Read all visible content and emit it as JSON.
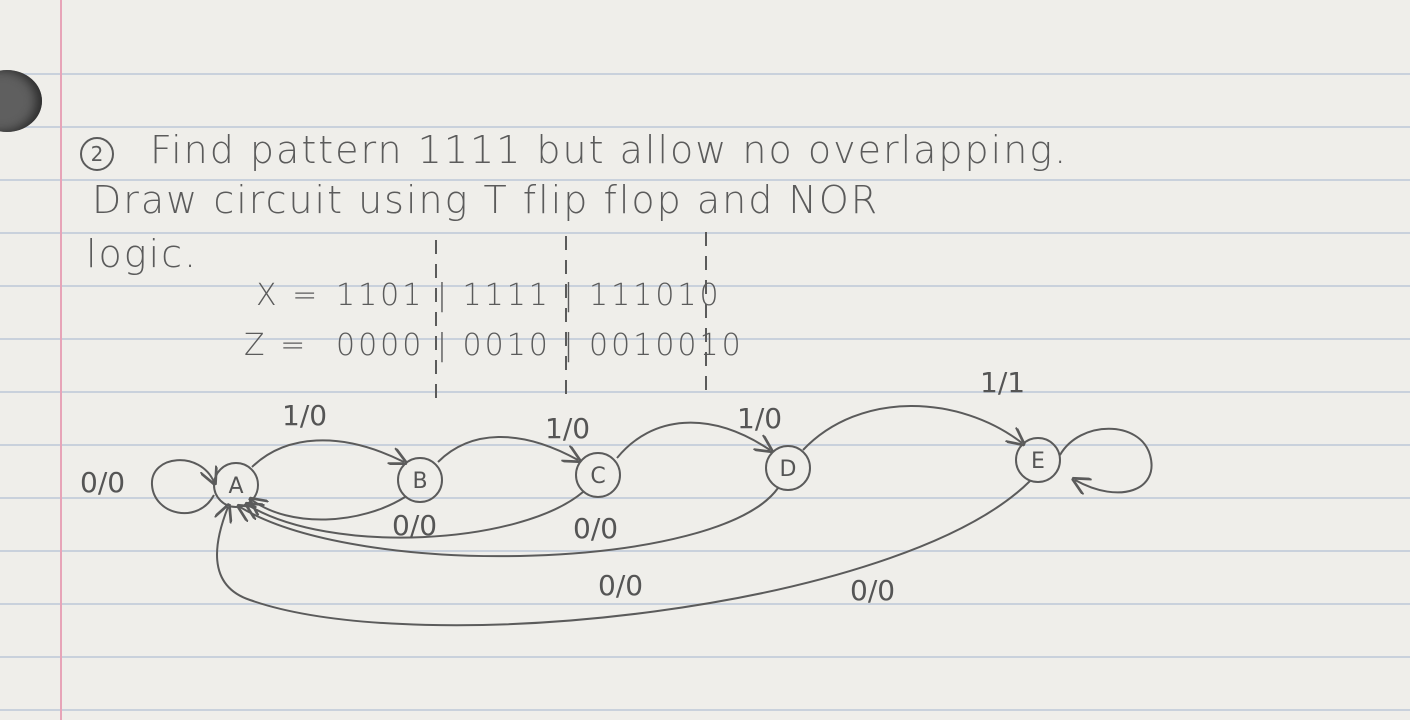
{
  "problem": {
    "number": "2",
    "line1": "Find pattern 1111 but allow no overlapping.",
    "line2": "Draw circuit using T flip flop and NOR",
    "line3": "logic."
  },
  "sequences": {
    "x_label": "X =",
    "x_values": "1101 | 1111 | 111010",
    "z_label": "Z =",
    "z_values": "0000 | 0010 | 0010010"
  },
  "states": [
    "A",
    "B",
    "C",
    "D",
    "E"
  ],
  "transitions": [
    {
      "from": "A",
      "to": "A",
      "label": "0/0"
    },
    {
      "from": "A",
      "to": "B",
      "label": "1/0"
    },
    {
      "from": "B",
      "to": "C",
      "label": "1/0"
    },
    {
      "from": "C",
      "to": "D",
      "label": "1/0"
    },
    {
      "from": "D",
      "to": "E",
      "label": "1/1"
    },
    {
      "from": "B",
      "to": "A",
      "label": "0/0"
    },
    {
      "from": "C",
      "to": "A",
      "label": "0/0"
    },
    {
      "from": "D",
      "to": "A",
      "label": "0/0"
    },
    {
      "from": "E",
      "to": "A",
      "label": "0/0"
    }
  ],
  "colors": {
    "paper": "#efeeea",
    "rule": "#c9d1dc",
    "margin": "#e7a4b8",
    "pencil": "#5b5b5b"
  }
}
